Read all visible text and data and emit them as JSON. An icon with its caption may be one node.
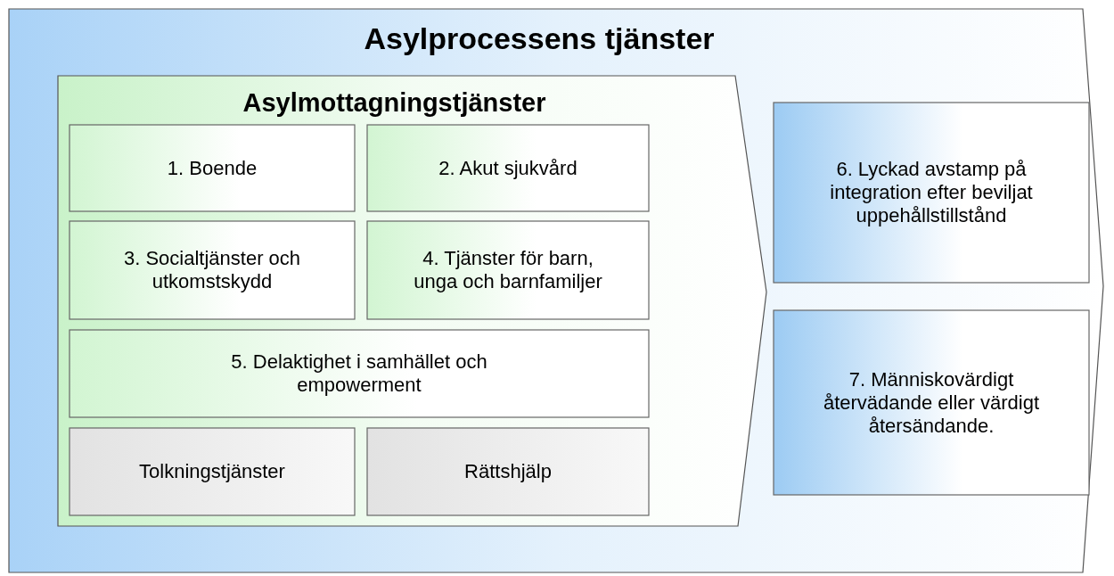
{
  "diagram": {
    "nodes": [
      {
        "text": [
          "Asylprocessens tjänster"
        ]
      },
      {
        "text": [
          "Asylmottagningstjänster"
        ],
        "in": 0
      },
      {
        "text": [
          "1. Boende"
        ],
        "in": 1
      },
      {
        "text": [
          "2. Akut sjukvård"
        ],
        "in": 1
      },
      {
        "text": [
          "3. Socialtjänster och utkomstskydd"
        ],
        "in": 1
      },
      {
        "text": [
          "4. Tjänster för barn, unga och barnfamiljer"
        ],
        "in": 1
      },
      {
        "text": [
          "5. Delaktighet i samhället och empowerment"
        ],
        "in": 1
      },
      {
        "text": [
          "Tolkningstjänster"
        ],
        "in": 1
      },
      {
        "text": [
          "Rättshjälp"
        ],
        "in": 1
      },
      {
        "text": [
          "6. Lyckad avstamp på integration efter beviljat uppehållstillstånd"
        ],
        "in": 0
      },
      {
        "text": [
          "7. Människovärdigt återvädande eller värdigt återsändande."
        ],
        "in": 0
      }
    ]
  }
}
